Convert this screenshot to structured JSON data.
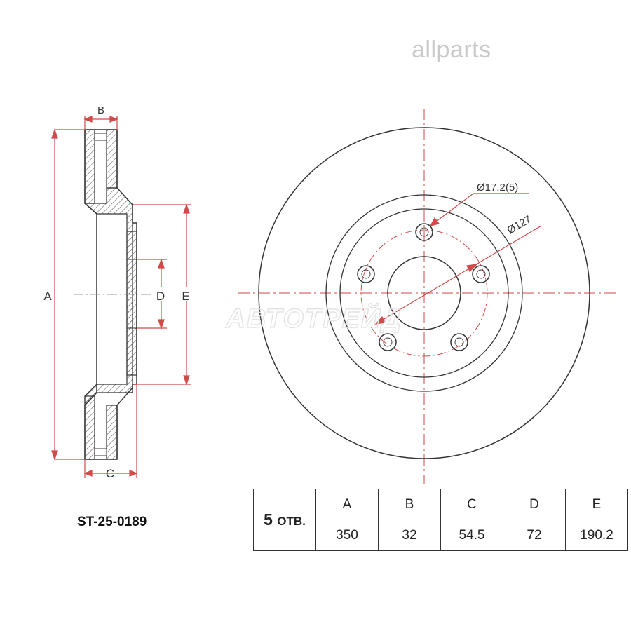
{
  "watermark": "allparts",
  "brand_watermark": "АВТОТРЕЙД",
  "part_number": "ST-25-0189",
  "labels": {
    "A": "A",
    "B": "B",
    "C": "C",
    "D": "D",
    "E": "E",
    "bolt_hole": "Ø17.2(5)",
    "pcd": "Ø127"
  },
  "specs": {
    "holes_count": "5",
    "holes_unit": "ОТВ.",
    "headers": [
      "A",
      "B",
      "C",
      "D",
      "E"
    ],
    "values": [
      "350",
      "32",
      "54.5",
      "72",
      "190.2"
    ]
  },
  "colors": {
    "dimension": "#d04a4a",
    "outline": "#333333",
    "hatch": "#555555"
  }
}
